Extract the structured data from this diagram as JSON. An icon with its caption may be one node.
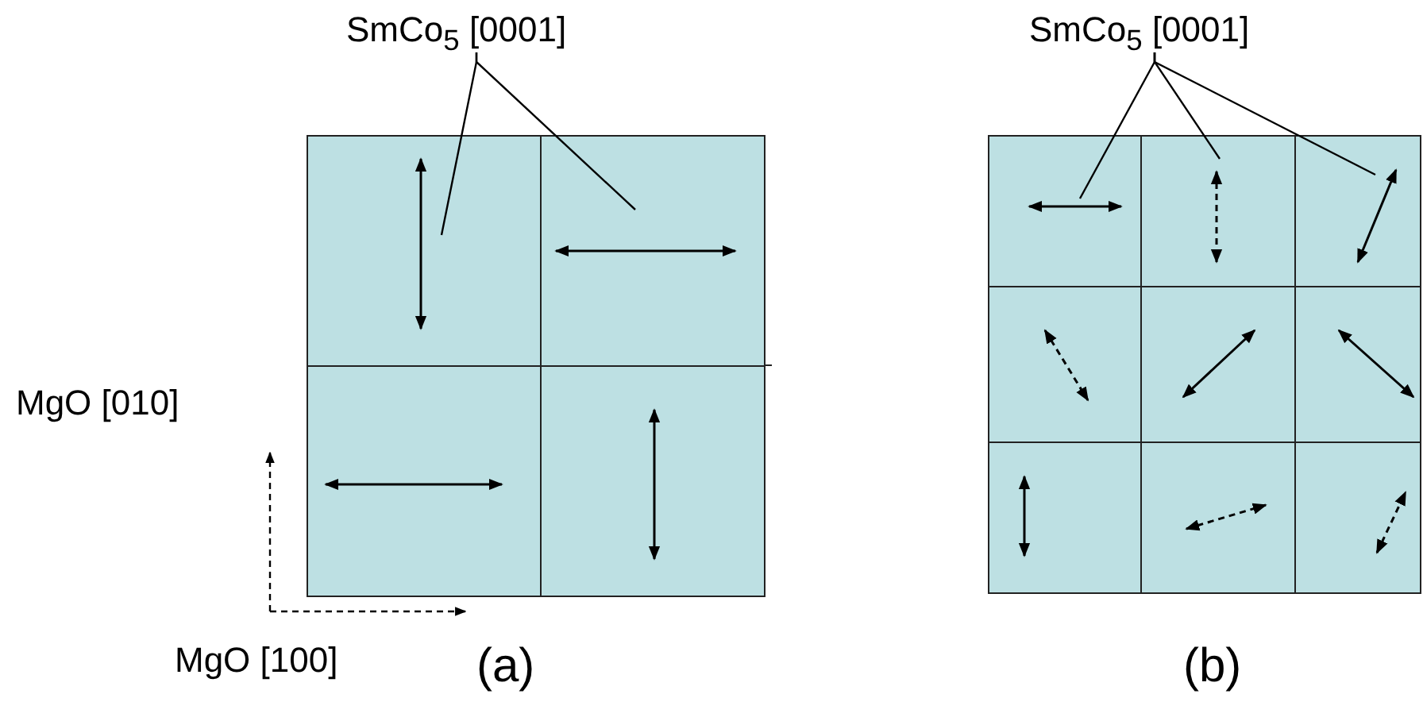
{
  "diagram": {
    "nodes": [
      {
        "text": [
          "SmCo$_{5}$ [0001]"
        ]
      },
      {
        "text": [],
        "shape": "box"
      },
      {
        "text": [],
        "shape": "box"
      },
      {
        "text": [],
        "shape": "box"
      },
      {
        "text": [],
        "shape": "box"
      },
      {
        "text": [
          "SmCo$_{5}$ [0001]"
        ]
      },
      {
        "text": [],
        "shape": "box"
      },
      {
        "text": [],
        "shape": "box"
      },
      {
        "text": [],
        "shape": "box"
      },
      {
        "text": [],
        "shape": "box"
      },
      {
        "text": [],
        "shape": "box"
      },
      {
        "text": [],
        "shape": "box"
      },
      {
        "text": [],
        "shape": "box"
      },
      {
        "text": [],
        "shape": "box"
      },
      {
        "text": [],
        "shape": "box"
      }
    ],
    "edges": [
      {
        "from": 0,
        "to": 1,
        "arrow": "none"
      },
      {
        "from": 0,
        "to": 2,
        "arrow": "none"
      },
      {
        "from": 5,
        "to": 6,
        "arrow": "none"
      },
      {
        "from": 5,
        "to": 7,
        "arrow": "none"
      },
      {
        "from": 5,
        "to": 8,
        "arrow": "none"
      }
    ],
    "labels": [
      "MgO [010]",
      "MgO [100]",
      "(a)",
      "(b)"
    ]
  }
}
